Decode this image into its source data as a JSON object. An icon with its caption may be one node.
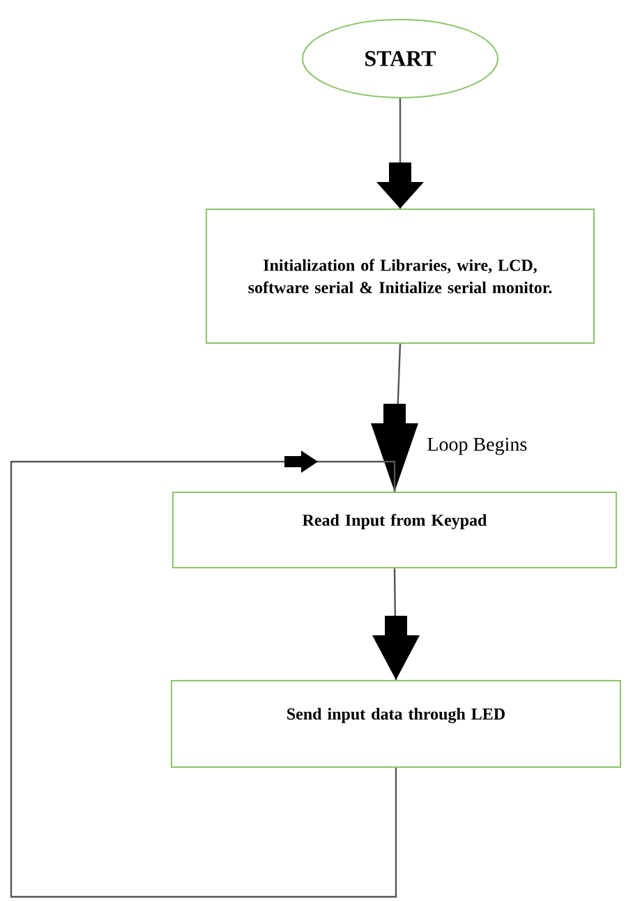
{
  "diagram": {
    "nodes": [
      {
        "text": [
          "START"
        ]
      },
      {
        "text": [
          "Initialization of Libraries, wire, LCD, software serial & Initialize serial monitor."
        ]
      },
      {
        "text": [
          "Read Input from Keypad"
        ]
      },
      {
        "text": [
          "Send input data through LED"
        ]
      }
    ],
    "edges": [
      {
        "from": 0,
        "to": 1,
        "arrow": "to"
      },
      {
        "from": 1,
        "to": 2,
        "arrow": "to"
      },
      {
        "from": 2,
        "to": 3,
        "arrow": "to"
      },
      {
        "from": 3,
        "to": 2,
        "arrow": "to"
      }
    ],
    "labels": [
      "Loop Begins"
    ]
  }
}
